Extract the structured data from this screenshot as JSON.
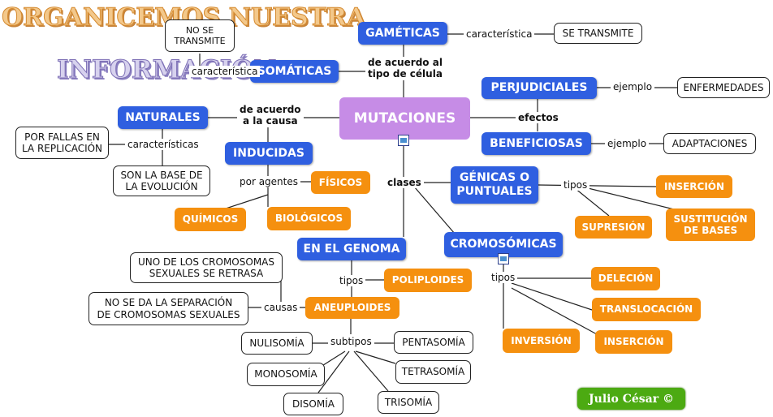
{
  "title": {
    "line1": "ORGANICEMOS NUESTRA",
    "line2": "INFORMACIÓN"
  },
  "signature": "Julio César ©",
  "colors": {
    "blue": "#2f5fe0",
    "purple": "#c68ce6",
    "orange": "#f5900f",
    "green": "#4caa12"
  },
  "nodes": {
    "mutaciones": "MUTACIONES",
    "gameticas": "GAMÉTICAS",
    "se_transmite": "SE TRANSMITE",
    "somaticas": "SOMÁTICAS",
    "no_se_transmite": "NO SE\nTRANSMITE",
    "perjudiciales": "PERJUDICIALES",
    "enfermedades": "ENFERMEDADES",
    "beneficiosas": "BENEFICIOSAS",
    "adaptaciones": "ADAPTACIONES",
    "naturales": "NATURALES",
    "por_fallas": "POR FALLAS EN\nLA REPLICACIÓN",
    "son_la_base": "SON LA BASE DE\nLA EVOLUCIÓN",
    "inducidas": "INDUCIDAS",
    "fisicos": "FÍSICOS",
    "quimicos": "QUÍMICOS",
    "biologicos": "BIOLÓGICOS",
    "genicas": "GÉNICAS O\nPUNTUALES",
    "insercion1": "INSERCIÓN",
    "supresion": "SUPRESIÓN",
    "sustitucion": "SUSTITUCIÓN\nDE BASES",
    "cromosomicas": "CROMOSÓMICAS",
    "delecion": "DELECIÓN",
    "translocacion": "TRANSLOCACIÓN",
    "inversion": "INVERSIÓN",
    "insercion2": "INSERCIÓN",
    "en_el_genoma": "EN EL GENOMA",
    "poliploides": "POLIPLOIDES",
    "aneuploides": "ANEUPLOIDES",
    "uno_de_los": "UNO DE LOS CROMOSOMAS\nSEXUALES SE RETRASA",
    "no_se_da": "NO SE DA LA SEPARACIÓN\nDE CROMOSOMAS SEXUALES",
    "nulisomia": "NULISOMÍA",
    "monosomia": "MONOSOMÍA",
    "disomia": "DISOMÍA",
    "trisomia": "TRISOMÍA",
    "tetrasomia": "TETRASOMÍA",
    "pentasomia": "PENTASOMÍA"
  },
  "labels": {
    "caracteristica_gam": "característica",
    "caracteristica_som": "característica",
    "de_acuerdo_celula": "de acuerdo al\ntipo de célula",
    "ejemplo1": "ejemplo",
    "ejemplo2": "ejemplo",
    "efectos": "efectos",
    "de_acuerdo_causa": "de acuerdo\na la causa",
    "caracteristicas": "características",
    "por_agentes": "por agentes",
    "clases": "clases",
    "tipos_gen": "tipos",
    "tipos_crom": "tipos",
    "tipos_genoma": "tipos",
    "causas": "causas",
    "subtipos": "subtipos"
  }
}
